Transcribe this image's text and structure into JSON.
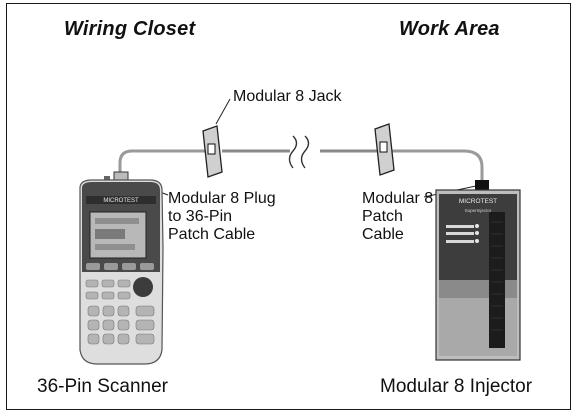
{
  "headings": {
    "wiring_closet": "Wiring Closet",
    "work_area": "Work Area"
  },
  "labels": {
    "jack": "Modular 8 Jack",
    "plug_cable_line1": "Modular 8 Plug",
    "plug_cable_line2": "to 36-Pin",
    "plug_cable_line3": "Patch Cable",
    "patch_cable_line1": "Modular 8",
    "patch_cable_line2": "Patch",
    "patch_cable_line3": "Cable"
  },
  "captions": {
    "scanner": "36-Pin Scanner",
    "injector": "Modular 8 Injector"
  },
  "device_text": {
    "scanner_brand": "MICROTEST",
    "injector_brand": "MICROTEST",
    "injector_model": "SuperInjector"
  },
  "colors": {
    "border": "#1a1a1a",
    "cable": "#9a9a9a",
    "device_dark": "#3a3a3a",
    "device_light": "#d6d6d6"
  }
}
